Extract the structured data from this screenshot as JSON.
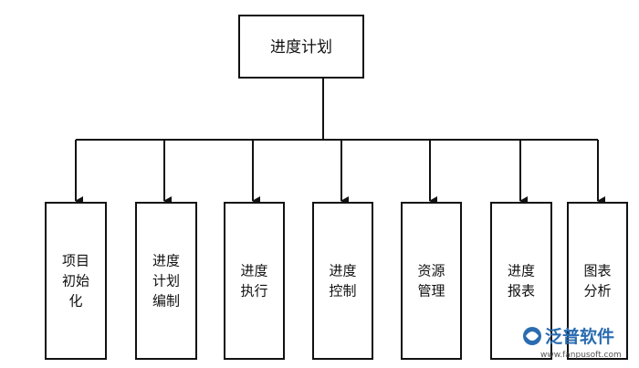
{
  "root": {
    "label": "进度计划"
  },
  "children": [
    {
      "id": "xiangmu",
      "lines": [
        "项目",
        "初始",
        "化"
      ]
    },
    {
      "id": "bianzhi",
      "lines": [
        "进度",
        "计划",
        "编制"
      ]
    },
    {
      "id": "zhixing",
      "lines": [
        "进度",
        "执行"
      ]
    },
    {
      "id": "kongzhi",
      "lines": [
        "进度",
        "控制"
      ]
    },
    {
      "id": "ziyuan",
      "lines": [
        "资源",
        "管理"
      ]
    },
    {
      "id": "baobiao",
      "lines": [
        "进度",
        "报表"
      ]
    },
    {
      "id": "fenxi",
      "lines": [
        "图表",
        "分析"
      ]
    }
  ],
  "watermark": {
    "brand": "泛普软件",
    "url": "www.fanpusoft.com"
  },
  "colors": {
    "line": "#111111",
    "watermark": "#2b6cb0"
  }
}
